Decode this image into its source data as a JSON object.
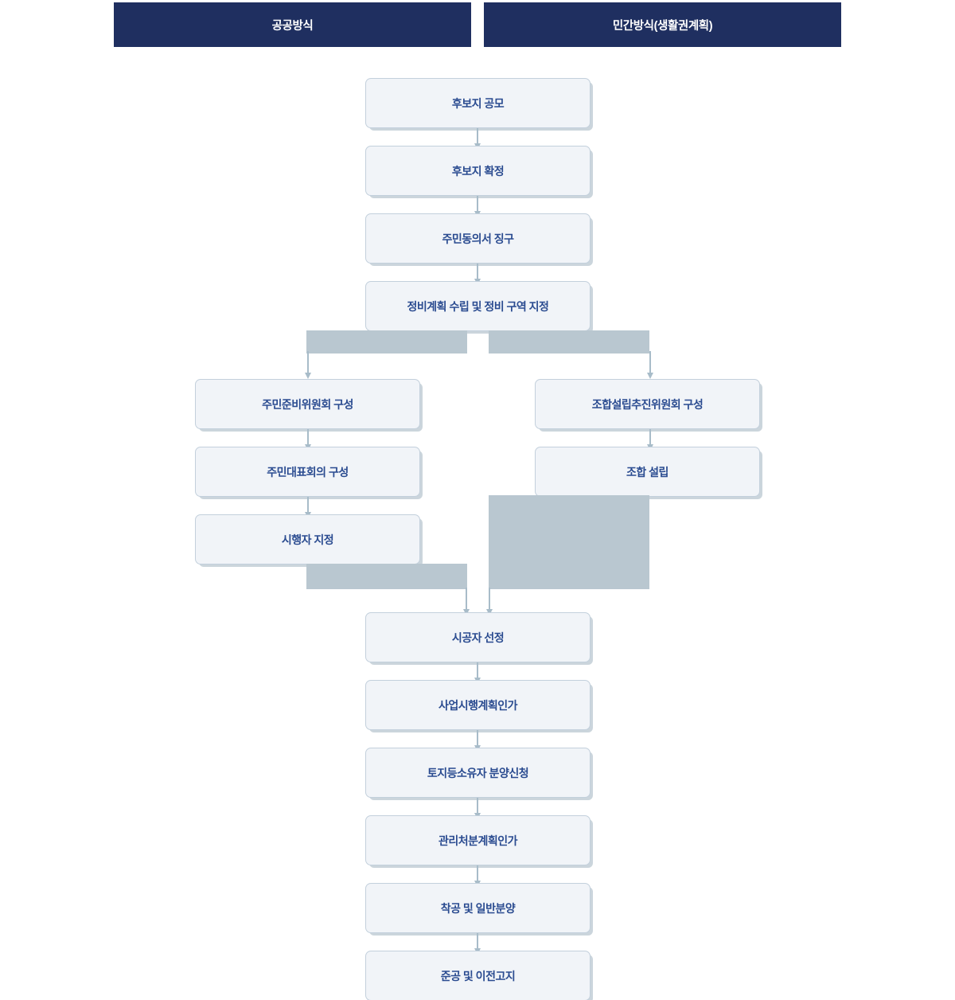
{
  "diagram": {
    "title": "정비사업 추진 절차도",
    "colors": {
      "header_bg": "#1f2f60",
      "header_text": "#ffffff",
      "box_fill": "#f1f4f8",
      "box_border": "#c3d0dc",
      "box_text": "#2a4b90",
      "connector": "#a8bcc9",
      "bridge": "#b9c7d0"
    },
    "headers": [
      {
        "id": "public",
        "label": "공공방식"
      },
      {
        "id": "private",
        "label": "민간방식(생활권계획)"
      }
    ],
    "common_top": [
      {
        "id": "c1",
        "label": "후보지 공모"
      },
      {
        "id": "c2",
        "label": "후보지 확정"
      },
      {
        "id": "c3",
        "label": "주민동의서 징구"
      },
      {
        "id": "c4",
        "label": "정비계획 수립 및 정비 구역 지정"
      }
    ],
    "public_branch": [
      {
        "id": "p1",
        "label": "주민준비위원회 구성"
      },
      {
        "id": "p2",
        "label": "주민대표회의 구성"
      },
      {
        "id": "p3",
        "label": "시행자 지정"
      }
    ],
    "private_branch": [
      {
        "id": "v1",
        "label": "조합설립추진위원회 구성"
      },
      {
        "id": "v2",
        "label": "조합 설립"
      }
    ],
    "common_bottom": [
      {
        "id": "b1",
        "label": "시공자 선정"
      },
      {
        "id": "b2",
        "label": "사업시행계획인가"
      },
      {
        "id": "b3",
        "label": "토지등소유자 분양신청"
      },
      {
        "id": "b4",
        "label": "관리처분계획인가"
      },
      {
        "id": "b5",
        "label": "착공 및 일반분양"
      },
      {
        "id": "b6",
        "label": "준공 및 이전고지"
      }
    ]
  }
}
